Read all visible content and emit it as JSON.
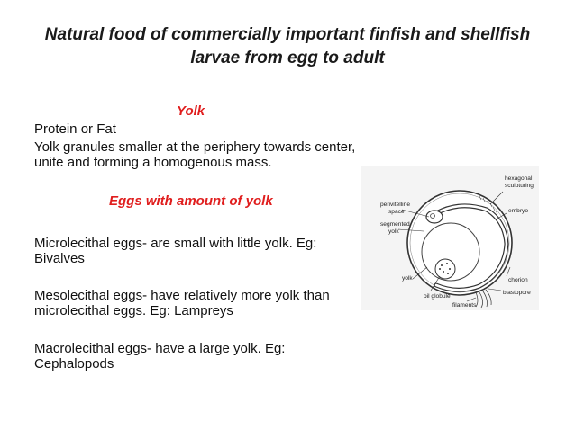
{
  "slide": {
    "title": "Natural food of commercially important finfish and shellfish larvae from egg to adult",
    "yolk_heading": "Yolk",
    "yolk_composition": "Protein or Fat",
    "yolk_granules": "Yolk granules smaller at the periphery towards center, unite and forming a homogenous mass.",
    "eggs_heading": "Eggs with amount of yolk",
    "microlecithal": "Microlecithal eggs- are small with little yolk. Eg: Bivalves",
    "mesolecithal": "Mesolecithal eggs- have relatively more yolk than microlecithal eggs. Eg: Lampreys",
    "macrolecithal": "Macrolecithal eggs- have a large yolk. Eg: Cephalopods"
  },
  "diagram": {
    "labels": {
      "hexagonal": "hexagonal",
      "sculpturing": "sculpturing",
      "embryo": "embryo",
      "perivitelline": "perivitelline",
      "space": "space",
      "segmented": "segmented",
      "segmented_yolk": "yolk",
      "yolk": "yolk",
      "oil_globule": "oil globule",
      "chorion": "chorion",
      "blastopore": "blastopore",
      "filaments": "filaments"
    }
  }
}
